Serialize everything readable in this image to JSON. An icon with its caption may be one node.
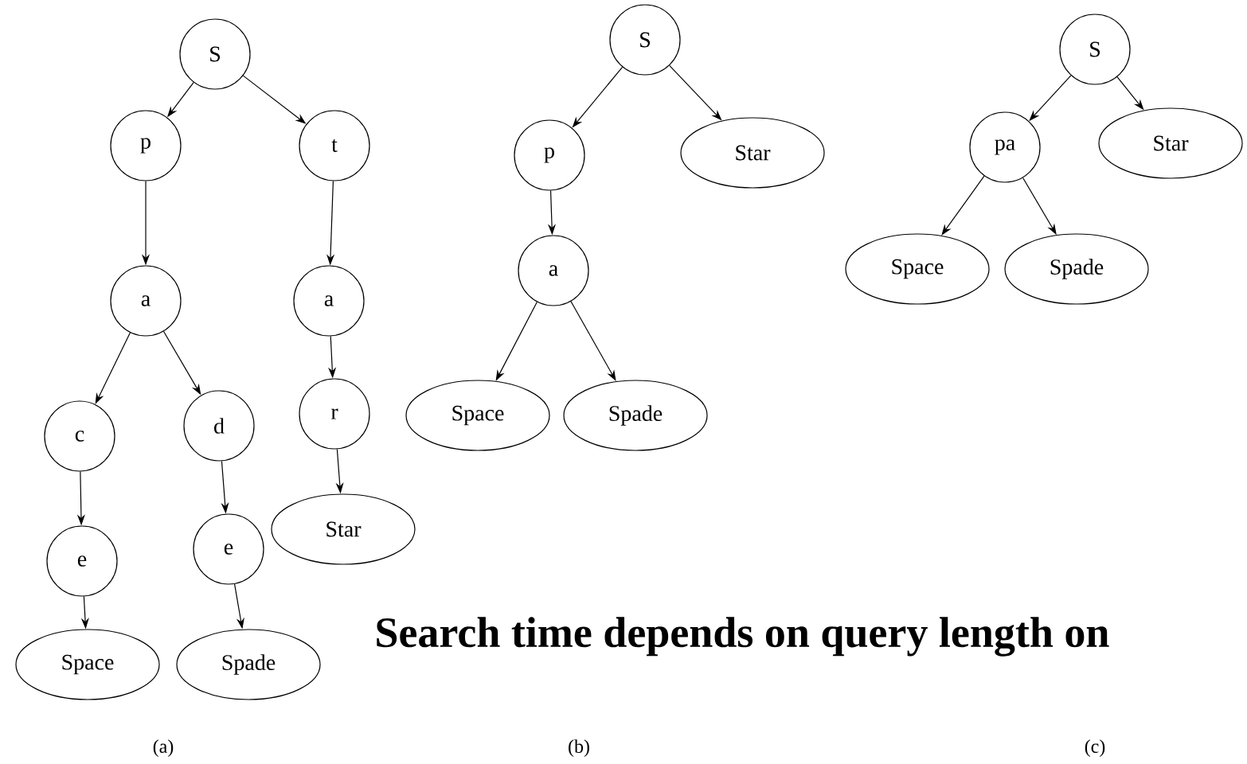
{
  "diagram": {
    "nodes": [
      {
        "text": [
          "S"
        ]
      },
      {
        "text": [
          "p"
        ]
      },
      {
        "text": [
          "t"
        ]
      },
      {
        "text": [
          "a"
        ]
      },
      {
        "text": [
          "a"
        ]
      },
      {
        "text": [
          "c"
        ]
      },
      {
        "text": [
          "d"
        ]
      },
      {
        "text": [
          "r"
        ]
      },
      {
        "text": [
          "e"
        ]
      },
      {
        "text": [
          "e"
        ]
      },
      {
        "text": [
          "Star"
        ]
      },
      {
        "text": [
          "Space"
        ]
      },
      {
        "text": [
          "Spade"
        ]
      },
      {
        "text": [
          "S"
        ]
      },
      {
        "text": [
          "p"
        ]
      },
      {
        "text": [
          "Star"
        ]
      },
      {
        "text": [
          "a"
        ]
      },
      {
        "text": [
          "Space"
        ]
      },
      {
        "text": [
          "Spade"
        ]
      },
      {
        "text": [
          "S"
        ]
      },
      {
        "text": [
          "pa"
        ]
      },
      {
        "text": [
          "Star"
        ]
      },
      {
        "text": [
          "Space"
        ]
      },
      {
        "text": [
          "Spade"
        ]
      }
    ],
    "edges": [
      {
        "from": 0,
        "to": 1,
        "arrow": "to"
      },
      {
        "from": 0,
        "to": 2,
        "arrow": "to"
      },
      {
        "from": 1,
        "to": 3,
        "arrow": "to"
      },
      {
        "from": 2,
        "to": 4,
        "arrow": "to"
      },
      {
        "from": 3,
        "to": 5,
        "arrow": "to"
      },
      {
        "from": 3,
        "to": 6,
        "arrow": "to"
      },
      {
        "from": 4,
        "to": 7,
        "arrow": "to"
      },
      {
        "from": 5,
        "to": 8,
        "arrow": "to"
      },
      {
        "from": 6,
        "to": 9,
        "arrow": "to"
      },
      {
        "from": 7,
        "to": 10,
        "arrow": "to"
      },
      {
        "from": 8,
        "to": 11,
        "arrow": "to"
      },
      {
        "from": 9,
        "to": 12,
        "arrow": "to"
      },
      {
        "from": 13,
        "to": 14,
        "arrow": "to"
      },
      {
        "from": 13,
        "to": 15,
        "arrow": "to"
      },
      {
        "from": 14,
        "to": 16,
        "arrow": "to"
      },
      {
        "from": 16,
        "to": 17,
        "arrow": "to"
      },
      {
        "from": 16,
        "to": 18,
        "arrow": "to"
      },
      {
        "from": 19,
        "to": 20,
        "arrow": "to"
      },
      {
        "from": 19,
        "to": 21,
        "arrow": "to"
      },
      {
        "from": 20,
        "to": 22,
        "arrow": "to"
      },
      {
        "from": 20,
        "to": 23,
        "arrow": "to"
      }
    ],
    "labels": [
      "Search time depends on query length on",
      "(a)",
      "(b)",
      "(c)"
    ]
  }
}
